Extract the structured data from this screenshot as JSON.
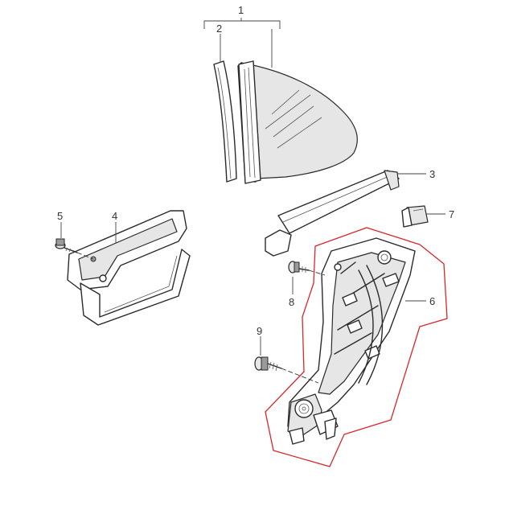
{
  "diagram": {
    "callouts": [
      {
        "id": "1",
        "label": "1"
      },
      {
        "id": "2",
        "label": "2"
      },
      {
        "id": "3",
        "label": "3"
      },
      {
        "id": "4",
        "label": "4"
      },
      {
        "id": "5",
        "label": "5"
      },
      {
        "id": "6",
        "label": "6"
      },
      {
        "id": "7",
        "label": "7"
      },
      {
        "id": "8",
        "label": "8"
      },
      {
        "id": "9",
        "label": "9"
      }
    ],
    "colors": {
      "line": "#2b2b2b",
      "highlight": "#d8262c",
      "shade": "#e6e6e6"
    }
  }
}
